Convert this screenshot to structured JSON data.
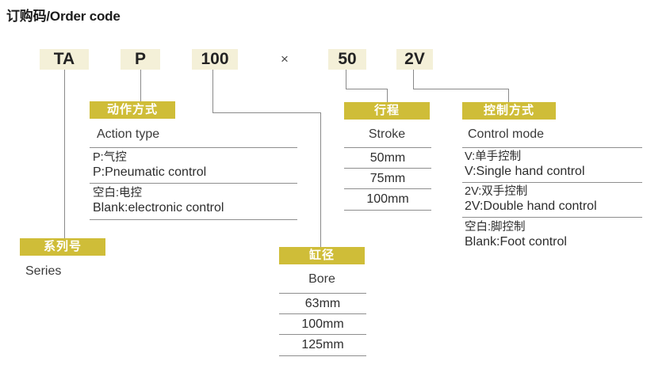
{
  "header": {
    "title": "订购码/Order code"
  },
  "order_code": {
    "multiply_symbol": "×",
    "tokens": [
      {
        "id": "series",
        "text": "TA"
      },
      {
        "id": "action-type",
        "text": "P"
      },
      {
        "id": "bore",
        "text": "100"
      },
      {
        "id": "stroke",
        "text": "50"
      },
      {
        "id": "control-mode",
        "text": "2V"
      }
    ]
  },
  "sections": {
    "series": {
      "title_cn": "系列号",
      "title_en": "Series",
      "options": []
    },
    "action_type": {
      "title_cn": "动作方式",
      "title_en": "Action type",
      "options": [
        {
          "cn": "P:气控",
          "en": "P:Pneumatic control"
        },
        {
          "cn": "空白:电控",
          "en": "Blank:electronic control"
        }
      ]
    },
    "bore": {
      "title_cn": "缸径",
      "title_en": "Bore",
      "options": [
        {
          "value": "63mm"
        },
        {
          "value": "100mm"
        },
        {
          "value": "125mm"
        }
      ]
    },
    "stroke": {
      "title_cn": "行程",
      "title_en": "Stroke",
      "options": [
        {
          "value": "50mm"
        },
        {
          "value": "75mm"
        },
        {
          "value": "100mm"
        }
      ]
    },
    "control_mode": {
      "title_cn": "控制方式",
      "title_en": "Control mode",
      "options": [
        {
          "cn": "V:单手控制",
          "en": "V:Single hand control"
        },
        {
          "cn": "2V:双手控制",
          "en": "2V:Double hand control"
        },
        {
          "cn": "空白:脚控制",
          "en": "Blank:Foot control"
        }
      ]
    }
  },
  "colors": {
    "gold": "#cfbd38",
    "cream": "#f4f0d8",
    "line": "#8a8a8a",
    "text": "#2d2d2d"
  }
}
